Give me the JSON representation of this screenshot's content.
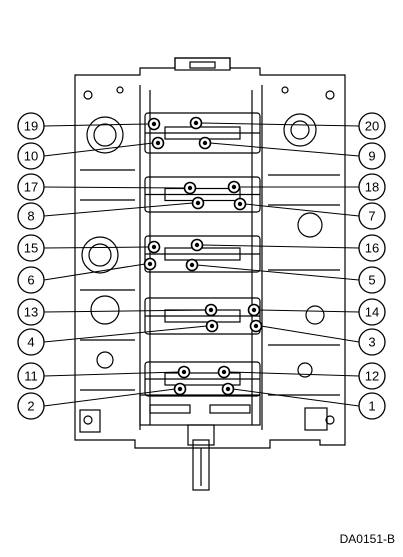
{
  "figure_code": "DA0151-B",
  "callouts": [
    {
      "label": "19"
    },
    {
      "label": "20"
    },
    {
      "label": "10"
    },
    {
      "label": "9"
    },
    {
      "label": "17"
    },
    {
      "label": "18"
    },
    {
      "label": "8"
    },
    {
      "label": "7"
    },
    {
      "label": "15"
    },
    {
      "label": "16"
    },
    {
      "label": "6"
    },
    {
      "label": "5"
    },
    {
      "label": "13"
    },
    {
      "label": "14"
    },
    {
      "label": "4"
    },
    {
      "label": "3"
    },
    {
      "label": "11"
    },
    {
      "label": "12"
    },
    {
      "label": "2"
    },
    {
      "label": "1"
    }
  ]
}
